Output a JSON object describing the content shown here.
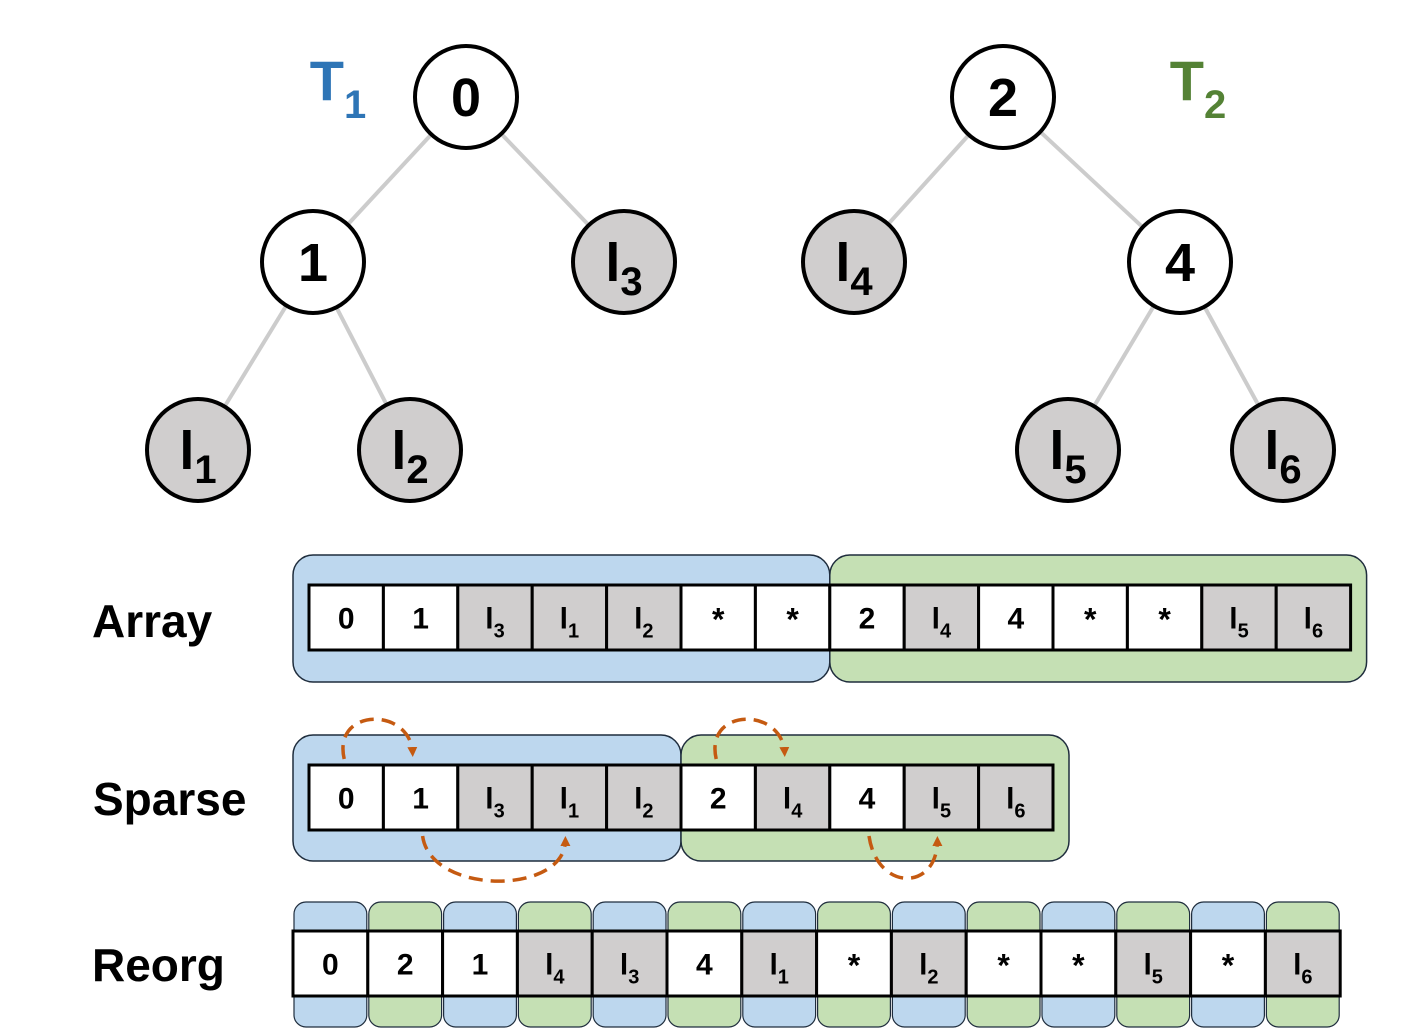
{
  "colors": {
    "tree1": "#2e75b6",
    "tree2": "#548235",
    "blue_band": "#bdd7ee",
    "green_band": "#c5e0b4",
    "leaf_fill": "#d0cece",
    "edge": "#cccccc",
    "arrow": "#c55a11",
    "stroke": "#000000"
  },
  "trees": [
    {
      "label": "T",
      "label_sub": "1",
      "color_key": "tree1",
      "nodes": [
        {
          "id": "t1-0",
          "text": "0",
          "sub": "",
          "leaf": false
        },
        {
          "id": "t1-1",
          "text": "1",
          "sub": "",
          "leaf": false
        },
        {
          "id": "t1-l3",
          "text": "l",
          "sub": "3",
          "leaf": true
        },
        {
          "id": "t1-l1",
          "text": "l",
          "sub": "1",
          "leaf": true
        },
        {
          "id": "t1-l2",
          "text": "l",
          "sub": "2",
          "leaf": true
        }
      ],
      "edges": [
        [
          "t1-0",
          "t1-1"
        ],
        [
          "t1-0",
          "t1-l3"
        ],
        [
          "t1-1",
          "t1-l1"
        ],
        [
          "t1-1",
          "t1-l2"
        ]
      ]
    },
    {
      "label": "T",
      "label_sub": "2",
      "color_key": "tree2",
      "nodes": [
        {
          "id": "t2-2",
          "text": "2",
          "sub": "",
          "leaf": false
        },
        {
          "id": "t2-l4",
          "text": "l",
          "sub": "4",
          "leaf": true
        },
        {
          "id": "t2-4",
          "text": "4",
          "sub": "",
          "leaf": false
        },
        {
          "id": "t2-l5",
          "text": "l",
          "sub": "5",
          "leaf": true
        },
        {
          "id": "t2-l6",
          "text": "l",
          "sub": "6",
          "leaf": true
        }
      ],
      "edges": [
        [
          "t2-2",
          "t2-l4"
        ],
        [
          "t2-2",
          "t2-4"
        ],
        [
          "t2-4",
          "t2-l5"
        ],
        [
          "t2-4",
          "t2-l6"
        ]
      ]
    }
  ],
  "rows": [
    {
      "label": "Array",
      "cells": [
        {
          "text": "0",
          "sub": "",
          "leaf": false
        },
        {
          "text": "1",
          "sub": "",
          "leaf": false
        },
        {
          "text": "l",
          "sub": "3",
          "leaf": true
        },
        {
          "text": "l",
          "sub": "1",
          "leaf": true
        },
        {
          "text": "l",
          "sub": "2",
          "leaf": true
        },
        {
          "text": "*",
          "sub": "",
          "leaf": false
        },
        {
          "text": "*",
          "sub": "",
          "leaf": false
        },
        {
          "text": "2",
          "sub": "",
          "leaf": false
        },
        {
          "text": "l",
          "sub": "4",
          "leaf": true
        },
        {
          "text": "4",
          "sub": "",
          "leaf": false
        },
        {
          "text": "*",
          "sub": "",
          "leaf": false
        },
        {
          "text": "*",
          "sub": "",
          "leaf": false
        },
        {
          "text": "l",
          "sub": "5",
          "leaf": true
        },
        {
          "text": "l",
          "sub": "6",
          "leaf": true
        }
      ],
      "bands": [
        {
          "tree": 1,
          "from": 0,
          "to": 6
        },
        {
          "tree": 2,
          "from": 7,
          "to": 13
        }
      ]
    },
    {
      "label": "Sparse",
      "cells": [
        {
          "text": "0",
          "sub": "",
          "leaf": false
        },
        {
          "text": "1",
          "sub": "",
          "leaf": false
        },
        {
          "text": "l",
          "sub": "3",
          "leaf": true
        },
        {
          "text": "l",
          "sub": "1",
          "leaf": true
        },
        {
          "text": "l",
          "sub": "2",
          "leaf": true
        },
        {
          "text": "2",
          "sub": "",
          "leaf": false
        },
        {
          "text": "l",
          "sub": "4",
          "leaf": true
        },
        {
          "text": "4",
          "sub": "",
          "leaf": false
        },
        {
          "text": "l",
          "sub": "5",
          "leaf": true
        },
        {
          "text": "l",
          "sub": "6",
          "leaf": true
        }
      ],
      "bands": [
        {
          "tree": 1,
          "from": 0,
          "to": 4
        },
        {
          "tree": 2,
          "from": 5,
          "to": 9
        }
      ],
      "pointers": [
        {
          "from": 0,
          "to": 1,
          "side": "top"
        },
        {
          "from": 1,
          "to": 3,
          "side": "bottom"
        },
        {
          "from": 5,
          "to": 6,
          "side": "top"
        },
        {
          "from": 7,
          "to": 8,
          "side": "bottom"
        }
      ]
    },
    {
      "label": "Reorg",
      "cells": [
        {
          "text": "0",
          "sub": "",
          "leaf": false
        },
        {
          "text": "2",
          "sub": "",
          "leaf": false
        },
        {
          "text": "1",
          "sub": "",
          "leaf": false
        },
        {
          "text": "l",
          "sub": "4",
          "leaf": true
        },
        {
          "text": "l",
          "sub": "3",
          "leaf": true
        },
        {
          "text": "4",
          "sub": "",
          "leaf": false
        },
        {
          "text": "l",
          "sub": "1",
          "leaf": true
        },
        {
          "text": "*",
          "sub": "",
          "leaf": false
        },
        {
          "text": "l",
          "sub": "2",
          "leaf": true
        },
        {
          "text": "*",
          "sub": "",
          "leaf": false
        },
        {
          "text": "*",
          "sub": "",
          "leaf": false
        },
        {
          "text": "l",
          "sub": "5",
          "leaf": true
        },
        {
          "text": "*",
          "sub": "",
          "leaf": false
        },
        {
          "text": "l",
          "sub": "6",
          "leaf": true
        }
      ],
      "cell_trees": [
        1,
        2,
        1,
        2,
        1,
        2,
        1,
        2,
        1,
        2,
        1,
        2,
        1,
        2
      ]
    }
  ]
}
